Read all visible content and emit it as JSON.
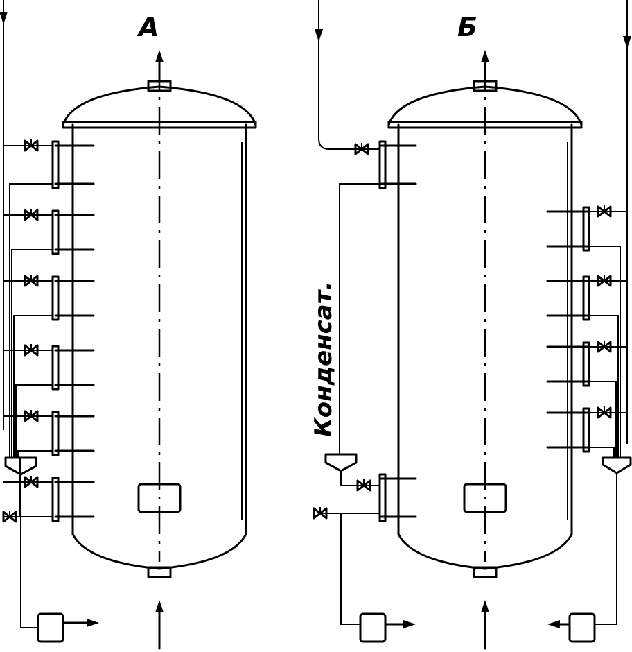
{
  "labels": {
    "vessel_a": "А",
    "vessel_b": "Б",
    "condensate": "Конденсат."
  },
  "colors": {
    "line": "#000000",
    "background": "#ffffff"
  }
}
